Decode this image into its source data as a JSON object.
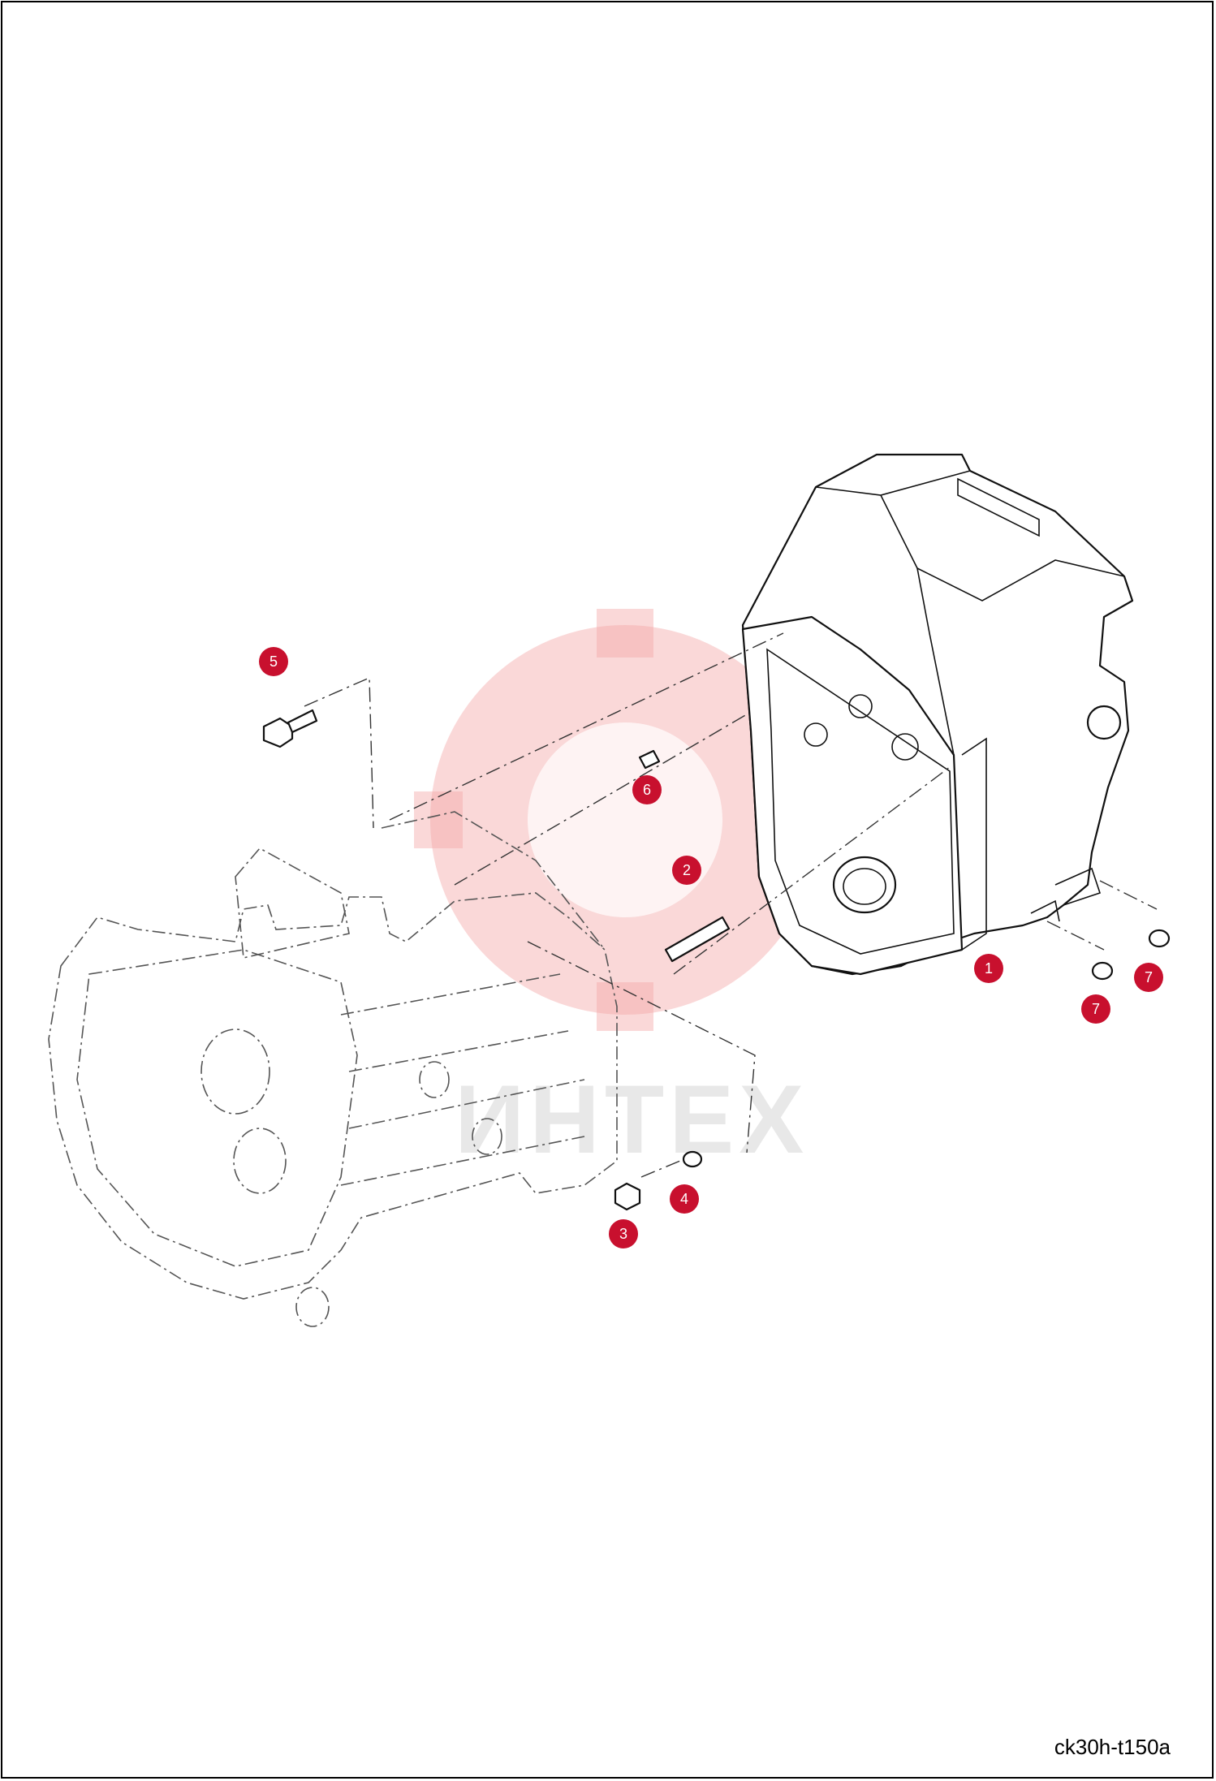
{
  "drawing_code": "ck30h-t150a",
  "watermark_text": "ИНТЕХ",
  "callouts": [
    {
      "id": "callout-1",
      "label": "1"
    },
    {
      "id": "callout-2",
      "label": "2"
    },
    {
      "id": "callout-3",
      "label": "3"
    },
    {
      "id": "callout-4",
      "label": "4"
    },
    {
      "id": "callout-5",
      "label": "5"
    },
    {
      "id": "callout-6",
      "label": "6"
    },
    {
      "id": "callout-7a",
      "label": "7"
    },
    {
      "id": "callout-7b",
      "label": "7"
    }
  ],
  "colors": {
    "callout": "#c8102e",
    "watermark": "#f4a9a9"
  }
}
